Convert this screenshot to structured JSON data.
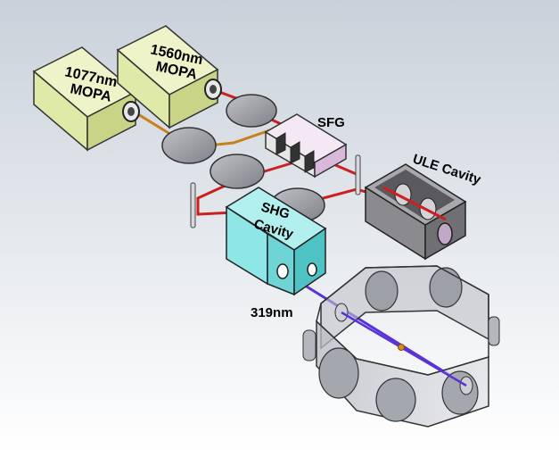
{
  "labels": {
    "mopa1077_line1": "1077nm",
    "mopa1077_line2": "MOPA",
    "mopa1560_line1": "1560nm",
    "mopa1560_line2": "MOPA",
    "sfg": "SFG",
    "ule": "ULE Cavity",
    "shg_line1": "SHG",
    "shg_line2": "Cavity",
    "uv": "319nm"
  },
  "colors": {
    "background_top": "#c9d1da",
    "background_bottom": "#ffffff",
    "mopa_face": "#dfe9a8",
    "mopa_side": "#c9d486",
    "shg_face": "#8fe6e6",
    "shg_side": "#4fc2c4",
    "ule_face": "#8b8b8f",
    "beam_red": "#cc2020",
    "beam_orange": "#c7801a",
    "beam_uv": "#5a33d6"
  }
}
